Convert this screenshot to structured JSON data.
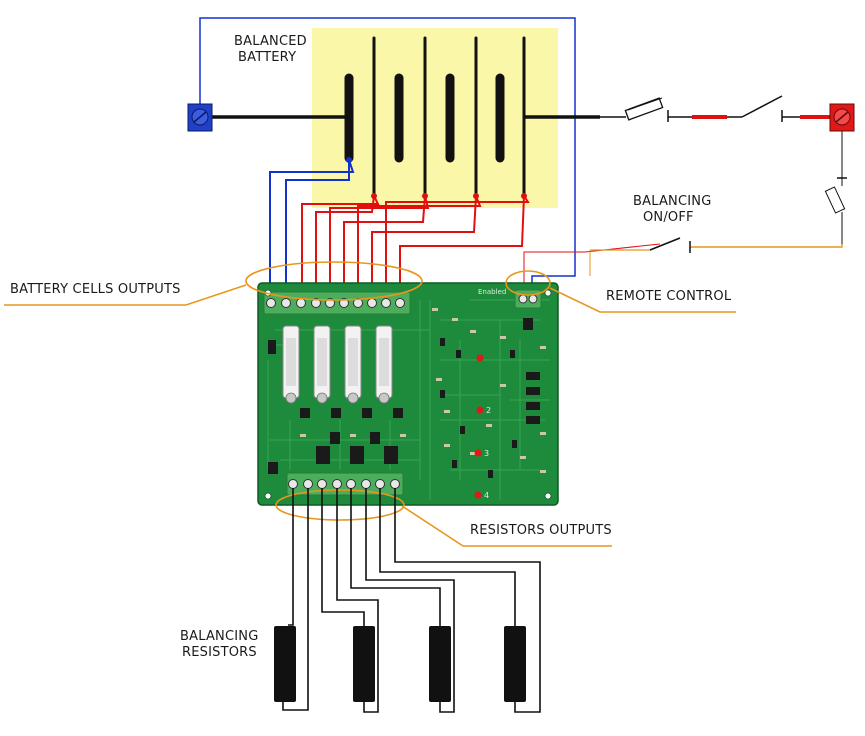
{
  "labels": {
    "balanced_battery_line1": "BALANCED",
    "balanced_battery_line2": "BATTERY",
    "battery_cells_outputs": "BATTERY CELLS OUTPUTS",
    "remote_control": "REMOTE CONTROL",
    "balancing_onoff_line1": "BALANCING",
    "balancing_onoff_line2": "ON/OFF",
    "resistors_outputs": "RESISTORS OUTPUTS",
    "balancing_resistors_line1": "BALANCING",
    "balancing_resistors_line2": "RESISTORS"
  },
  "pcb_text": {
    "enabled": "Enabled",
    "num_2": "2",
    "num_3": "3",
    "num_4": "4"
  },
  "colors": {
    "battery_panel": "#fbf7a8",
    "pcb_green": "#1e8a3c",
    "terminal_green": "#4cae5c",
    "wire_red": "#e01010",
    "wire_blue": "#1133cc",
    "wire_black": "#111111",
    "annotation_orange": "#e8961e",
    "negative_terminal": "#2040c8",
    "positive_terminal": "#e01818"
  },
  "counts": {
    "battery_cells": 4,
    "balancing_resistors": 4,
    "cell_output_terminals": 10,
    "resistor_output_terminals": 8
  }
}
